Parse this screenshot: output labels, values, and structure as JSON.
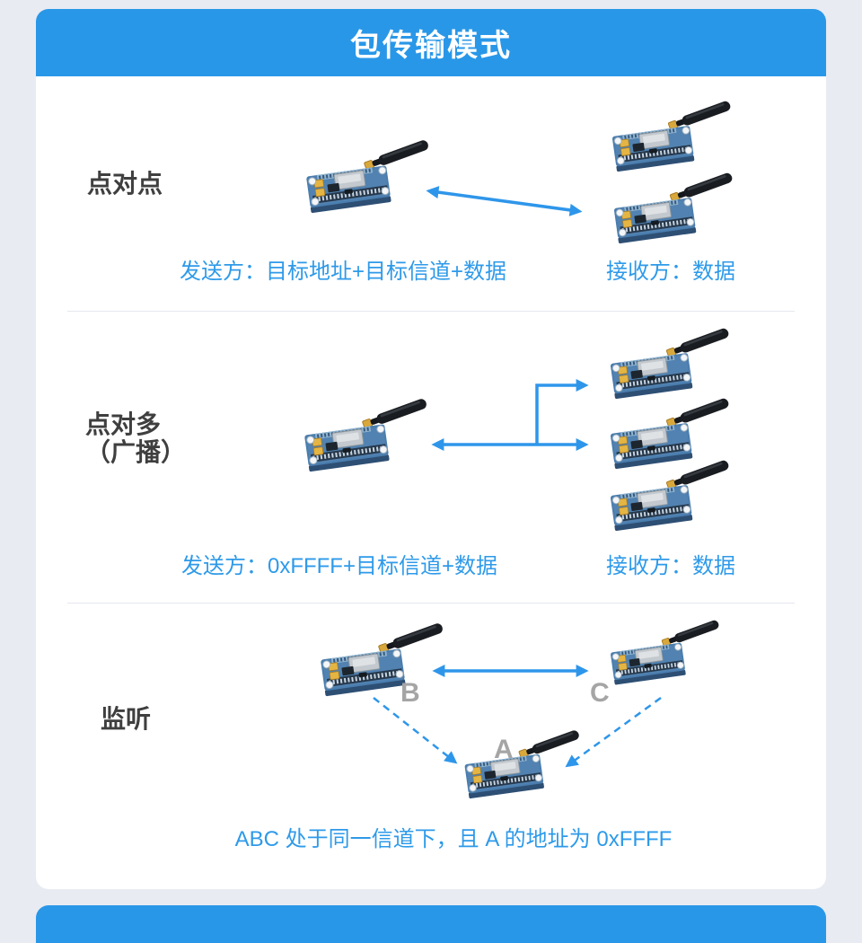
{
  "header": {
    "title": "包传输模式"
  },
  "sections": {
    "p2p": {
      "label": "点对点",
      "sender_caption": "发送方：目标地址+目标信道+数据",
      "receiver_caption": "接收方：数据"
    },
    "broadcast": {
      "label_line1": "点对多",
      "label_line2": "（广播）",
      "sender_caption": "发送方：0xFFFF+目标信道+数据",
      "receiver_caption": "接收方：数据"
    },
    "listen": {
      "label": "监听",
      "note": "ABC 处于同一信道下，且 A 的地址为 0xFFFF",
      "nodes": {
        "a": "A",
        "b": "B",
        "c": "C"
      }
    }
  },
  "colors": {
    "accent_blue": "#2997e8",
    "caption_blue": "#2e9ae9",
    "arrow_blue": "#2e96ea",
    "page_background": "#e9ebf2",
    "card_background": "#ffffff",
    "label_dark": "#3f3f3f",
    "node_letter_gray": "#a5a5a5"
  }
}
